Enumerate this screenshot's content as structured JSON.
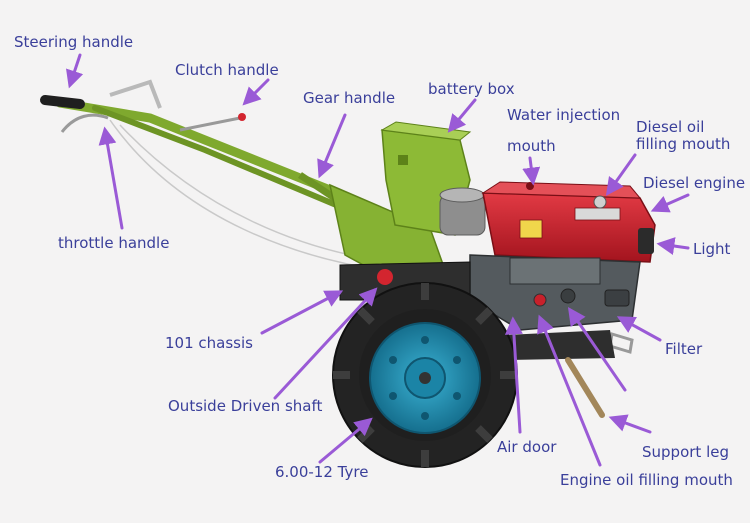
{
  "labels": {
    "steering_handle": "Steering handle",
    "clutch_handle": "Clutch handle",
    "gear_handle": "Gear handle",
    "battery_box": "battery box",
    "water_injection_line1": "Water injection",
    "water_injection_line2": "mouth",
    "diesel_oil_line1": "Diesel oil",
    "diesel_oil_line2": "filling mouth",
    "diesel_engine": "Diesel engine",
    "light": "Light",
    "throttle_handle": "throttle handle",
    "chassis_101": "101 chassis",
    "filter": "Filter",
    "outside_driven_shaft": "Outside Driven shaft",
    "air_door": "Air door",
    "support_leg": "Support leg",
    "tyre": "6.00-12 Tyre",
    "engine_oil_filling_mouth": "Engine oil filling mouth"
  },
  "colors": {
    "label_text": "#3a3f9a",
    "pointer_arrow": "#9a5ad6",
    "frame_green": "#7fa92e",
    "engine_red": "#c8202b",
    "wheel_hub": "#1d8fb3",
    "tyre_black": "#222222"
  }
}
